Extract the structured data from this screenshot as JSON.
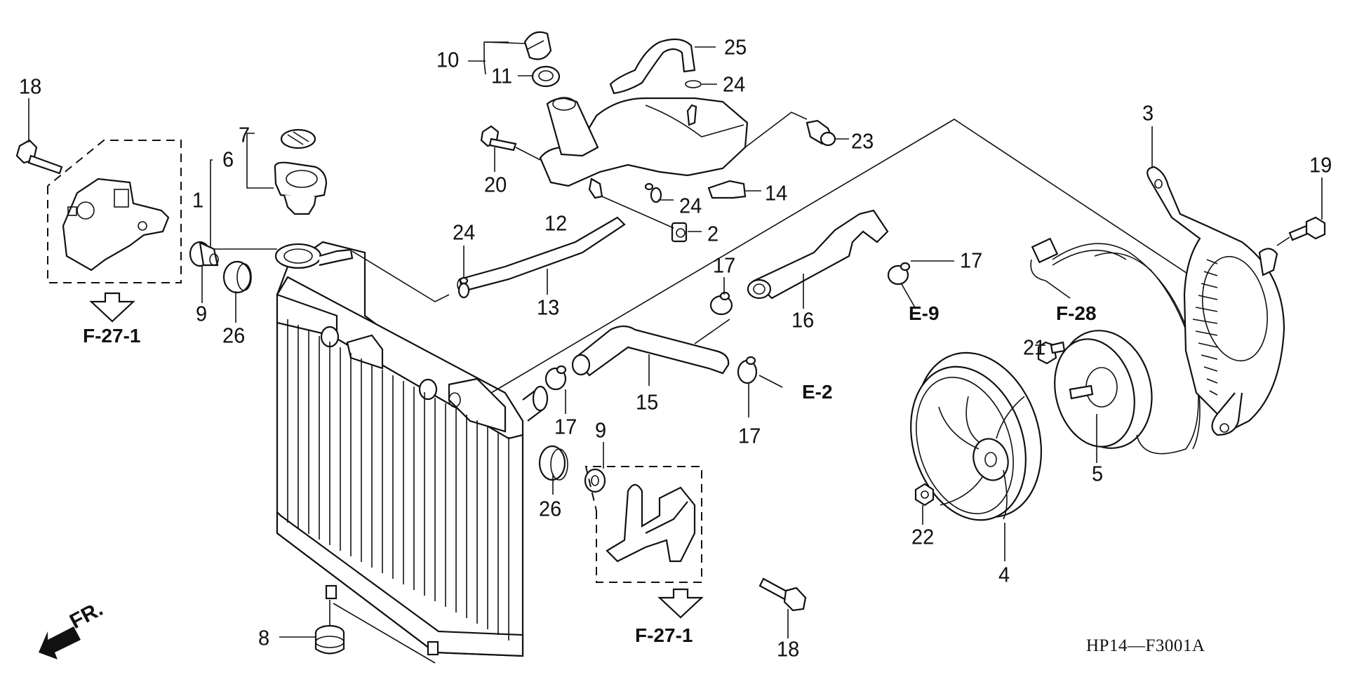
{
  "diagram": {
    "type": "exploded parts diagram",
    "subject": "Radiator and cooling fan assembly",
    "drawing_code": "HP14—F3001A",
    "direction_indicator": "FR.",
    "callouts": [
      {
        "id": "c1",
        "label": "1",
        "part": "radiator"
      },
      {
        "id": "c2",
        "label": "2",
        "part": "clip nut"
      },
      {
        "id": "c3",
        "label": "3",
        "part": "fan shroud"
      },
      {
        "id": "c4",
        "label": "4",
        "part": "cooling fan"
      },
      {
        "id": "c5",
        "label": "5",
        "part": "fan motor"
      },
      {
        "id": "c6",
        "label": "6",
        "part": "radiator cap"
      },
      {
        "id": "c7",
        "label": "7",
        "part": "cap label"
      },
      {
        "id": "c8",
        "label": "8",
        "part": "rubber mount"
      },
      {
        "id": "c9a",
        "label": "9",
        "part": "collar"
      },
      {
        "id": "c9b",
        "label": "9",
        "part": "collar"
      },
      {
        "id": "c10",
        "label": "10",
        "part": "reserve tank cap"
      },
      {
        "id": "c11",
        "label": "11",
        "part": "cap seal"
      },
      {
        "id": "c12",
        "label": "12",
        "part": "reserve tank"
      },
      {
        "id": "c13",
        "label": "13",
        "part": "siphon tube"
      },
      {
        "id": "c14",
        "label": "14",
        "part": "cushion"
      },
      {
        "id": "c15",
        "label": "15",
        "part": "lower radiator hose"
      },
      {
        "id": "c16",
        "label": "16",
        "part": "upper radiator hose"
      },
      {
        "id": "c17a",
        "label": "17",
        "part": "hose clamp"
      },
      {
        "id": "c17b",
        "label": "17",
        "part": "hose clamp"
      },
      {
        "id": "c17c",
        "label": "17",
        "part": "hose clamp"
      },
      {
        "id": "c17d",
        "label": "17",
        "part": "hose clamp"
      },
      {
        "id": "c18a",
        "label": "18",
        "part": "flange bolt"
      },
      {
        "id": "c18b",
        "label": "18",
        "part": "flange bolt"
      },
      {
        "id": "c19",
        "label": "19",
        "part": "flange bolt"
      },
      {
        "id": "c20",
        "label": "20",
        "part": "flange bolt"
      },
      {
        "id": "c21",
        "label": "21",
        "part": "flange bolt"
      },
      {
        "id": "c22",
        "label": "22",
        "part": "flange nut"
      },
      {
        "id": "c23",
        "label": "23",
        "part": "trim clip"
      },
      {
        "id": "c24a",
        "label": "24",
        "part": "tube clip"
      },
      {
        "id": "c24b",
        "label": "24",
        "part": "tube clip"
      },
      {
        "id": "c24c",
        "label": "24",
        "part": "tube clip"
      },
      {
        "id": "c25",
        "label": "25",
        "part": "overflow tube"
      },
      {
        "id": "c26a",
        "label": "26",
        "part": "grommet"
      },
      {
        "id": "c26b",
        "label": "26",
        "part": "grommet"
      }
    ],
    "references": [
      {
        "id": "r1",
        "label": "F-27-1"
      },
      {
        "id": "r2",
        "label": "F-27-1"
      },
      {
        "id": "r3",
        "label": "E-9"
      },
      {
        "id": "r4",
        "label": "F-28"
      },
      {
        "id": "r5",
        "label": "E-2"
      }
    ]
  }
}
